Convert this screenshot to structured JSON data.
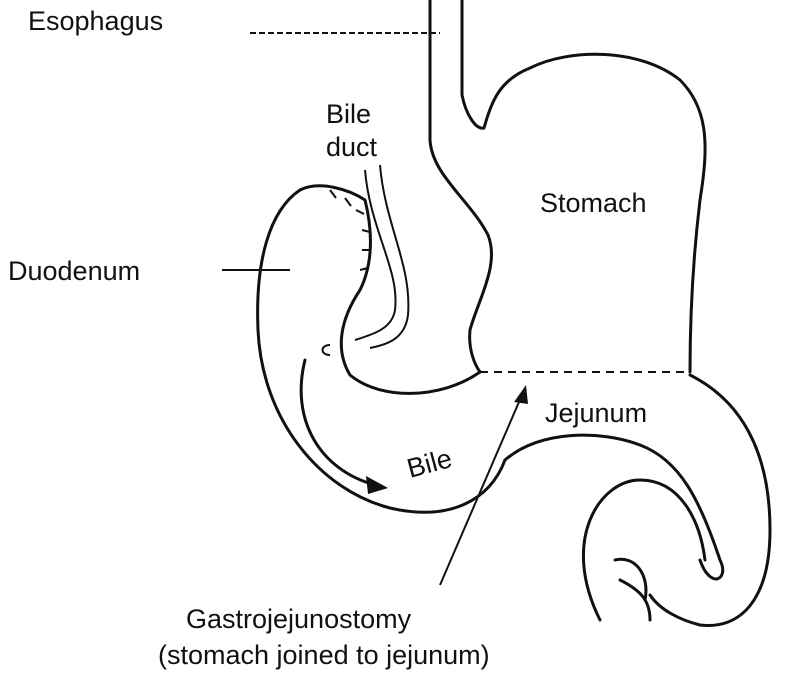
{
  "labels": {
    "esophagus": "Esophagus",
    "bile_duct_line1": "Bile",
    "bile_duct_line2": "duct",
    "stomach": "Stomach",
    "duodenum": "Duodenum",
    "jejunum": "Jejunum",
    "bile": "Bile",
    "gastrojejunostomy_line1": "Gastrojejunostomy",
    "gastrojejunostomy_line2": "(stomach joined to jejunum)"
  }
}
